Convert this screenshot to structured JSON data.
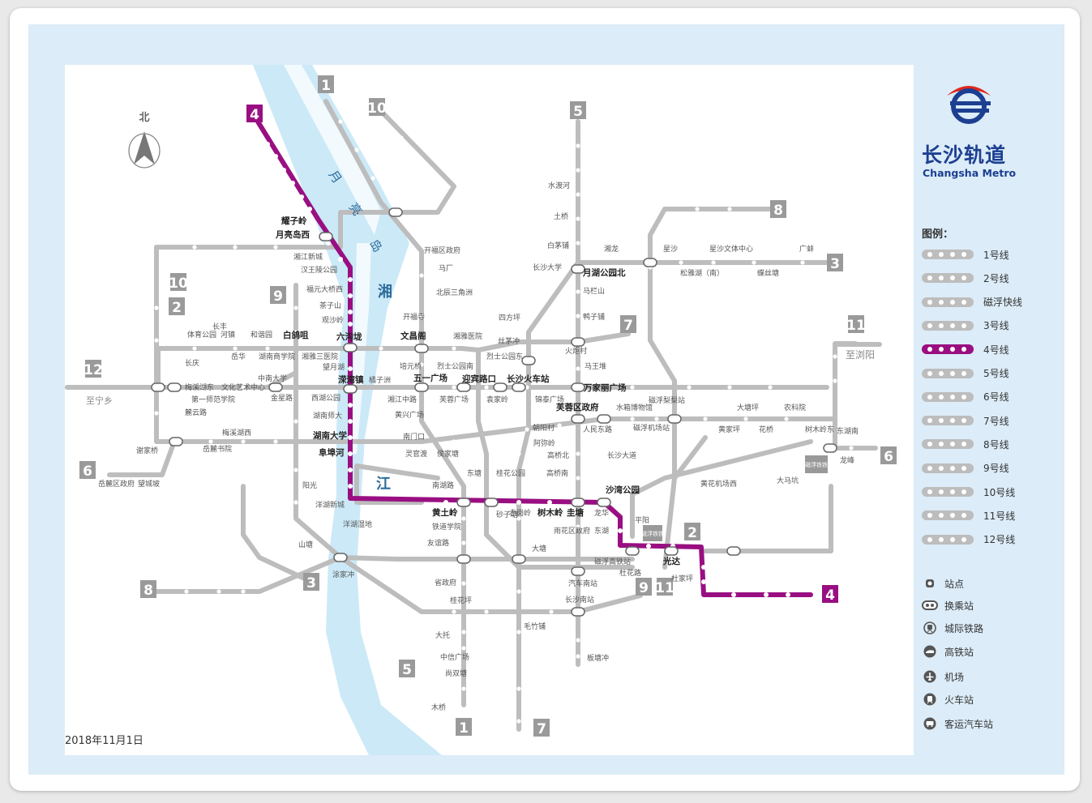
{
  "date": "2018年11月1日",
  "brand": {
    "name_cn": "长沙轨道",
    "name_en": "Changsha Metro"
  },
  "north_label": "北",
  "river": {
    "name_chars": [
      "湘",
      "江"
    ],
    "island_chars": [
      "月",
      "亮",
      "岛"
    ]
  },
  "legend": {
    "title": "图例：",
    "lines": [
      {
        "label": "1号线",
        "color": "#bdbdbd"
      },
      {
        "label": "2号线",
        "color": "#bdbdbd"
      },
      {
        "label": "磁浮快线",
        "color": "#bdbdbd"
      },
      {
        "label": "3号线",
        "color": "#bdbdbd"
      },
      {
        "label": "4号线",
        "color": "#990f82"
      },
      {
        "label": "5号线",
        "color": "#bdbdbd"
      },
      {
        "label": "6号线",
        "color": "#bdbdbd"
      },
      {
        "label": "7号线",
        "color": "#bdbdbd"
      },
      {
        "label": "8号线",
        "color": "#bdbdbd"
      },
      {
        "label": "9号线",
        "color": "#bdbdbd"
      },
      {
        "label": "10号线",
        "color": "#bdbdbd"
      },
      {
        "label": "11号线",
        "color": "#bdbdbd"
      },
      {
        "label": "12号线",
        "color": "#bdbdbd"
      }
    ],
    "symbols": [
      {
        "label": "站点",
        "icon": "station-icon"
      },
      {
        "label": "换乘站",
        "icon": "transfer-icon"
      },
      {
        "label": "城际铁路",
        "icon": "intercity-rail-icon"
      },
      {
        "label": "高铁站",
        "icon": "high-speed-rail-icon"
      },
      {
        "label": "机场",
        "icon": "airport-icon"
      },
      {
        "label": "火车站",
        "icon": "train-station-icon"
      },
      {
        "label": "客运汽车站",
        "icon": "bus-station-icon"
      }
    ]
  },
  "colors": {
    "line4": "#990f82",
    "grey": "#bdbdbd",
    "brand_blue": "#1c3f91",
    "brand_red": "#e1261c",
    "water": "#bfe3f5"
  },
  "line_badges": [
    "1",
    "10",
    "4",
    "5",
    "8",
    "3",
    "12",
    "6",
    "7",
    "11",
    "2",
    "9",
    "1",
    "7",
    "5",
    "2",
    "3",
    "8",
    "6",
    "4",
    "9",
    "11",
    "10"
  ],
  "annotations": [
    "至宁乡",
    "至浏阳",
    "磁浮铁铁",
    "磁浮铁铁"
  ],
  "stations": [
    "耀子岭",
    "月亮岛西",
    "湘江新城",
    "汉王陵公园",
    "福元大桥西",
    "茶子山",
    "观沙岭",
    "六沟垅",
    "溁湾镇",
    "橘子洲",
    "湘江中路",
    "五一广场",
    "芙蓉广场",
    "迎宾路口",
    "袁家岭",
    "长沙火车站",
    "锦泰广场",
    "朝阳村",
    "阜埠河",
    "湖南大学",
    "湖南师大",
    "杜家坪",
    "黄土岭",
    "南湖路",
    "砂子塘",
    "赤岗岭",
    "树木岭",
    "圭塘",
    "沙湾公园",
    "光达",
    "白鸽咀",
    "文昌阁",
    "开福区政府",
    "马厂",
    "北辰三角洲",
    "开福寺",
    "湘雅医院",
    "烈士公园南",
    "培元桥",
    "南门口",
    "黄兴广场",
    "侯家塘",
    "灵官渡",
    "东塘",
    "桂花公园",
    "高桥南",
    "阿弥岭",
    "高桥北",
    "万家丽广场",
    "芙蓉区政府",
    "人民东路",
    "长沙大道",
    "月湖公园北",
    "马栏山",
    "鸭子铺",
    "火炬村",
    "马王堆",
    "湘龙",
    "星沙",
    "星沙文体中心",
    "广蚌",
    "松雅湖（南）",
    "蝶丝塘",
    "水渡河",
    "土桥",
    "白茅铺",
    "长沙大学",
    "四方坪",
    "丝茅冲",
    "烈士公园东",
    "金星路",
    "西湖公园",
    "望月湖",
    "湘雅三医院",
    "湖南商学院",
    "岳华",
    "长丰",
    "体育公园",
    "河镇",
    "和谐园",
    "长庆",
    "梅溪湖东",
    "文化艺术中心",
    "第一师范学院",
    "麓云路",
    "梅溪湖西",
    "岳麓书院",
    "谢家桥",
    "岳麓区政府",
    "望城坡",
    "中南大学",
    "阳光",
    "洋湖新城",
    "洋湖湿地",
    "山塘",
    "涂家冲",
    "铁道学院",
    "友谊路",
    "省政府",
    "桂花坪",
    "大托",
    "中信广场",
    "尚双塘",
    "木桥",
    "雨花区政府",
    "大塘",
    "汽车南站",
    "毛竹铺",
    "板塘冲",
    "长沙南站",
    "杜花路",
    "磁浮高铁站",
    "平阳",
    "东湖",
    "龙华",
    "黄家坪",
    "大塘坪",
    "花桥",
    "树木岭东",
    "水箱博物馆",
    "磁浮梨梨站",
    "磁浮机场站",
    "黄花机场西",
    "大马坑",
    "龙峰",
    "东湖南",
    "农科院"
  ]
}
